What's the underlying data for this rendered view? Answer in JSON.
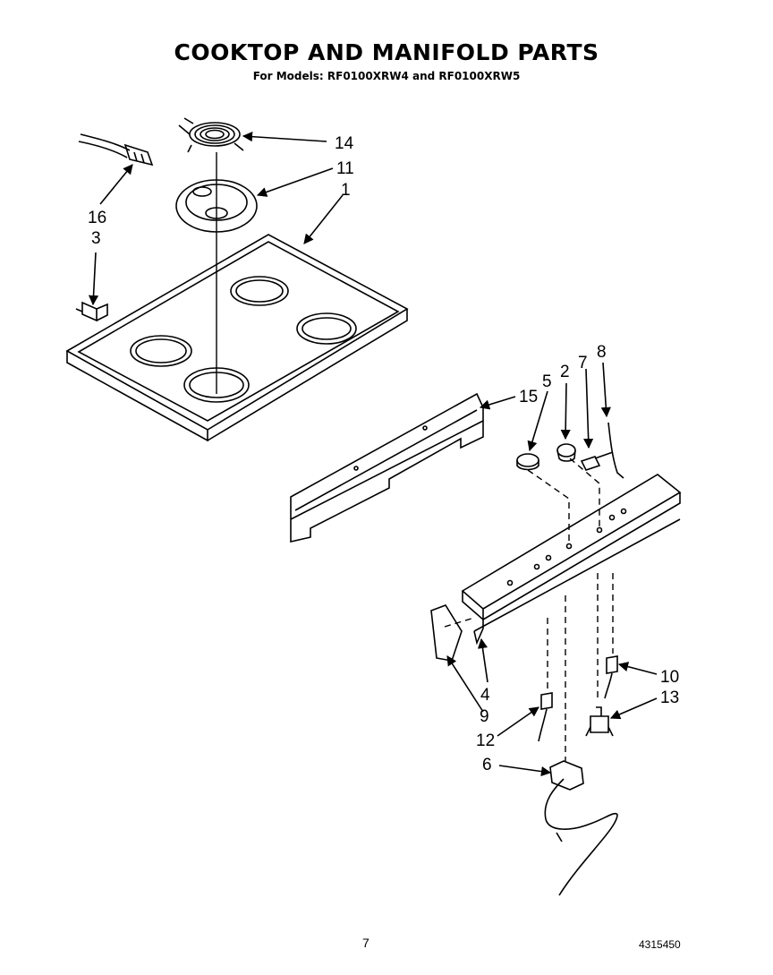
{
  "title": "COOKTOP AND MANIFOLD PARTS",
  "subtitle": "For Models: RF0100XRW4 and RF0100XRW5",
  "page_number": "7",
  "document_number": "4315450",
  "callouts": [
    {
      "id": "c14",
      "label": "14"
    },
    {
      "id": "c11",
      "label": "11"
    },
    {
      "id": "c1",
      "label": "1"
    },
    {
      "id": "c16",
      "label": "16"
    },
    {
      "id": "c3",
      "label": "3"
    },
    {
      "id": "c15",
      "label": "15"
    },
    {
      "id": "c5",
      "label": "5"
    },
    {
      "id": "c2",
      "label": "2"
    },
    {
      "id": "c7",
      "label": "7"
    },
    {
      "id": "c8",
      "label": "8"
    },
    {
      "id": "c10",
      "label": "10"
    },
    {
      "id": "c4",
      "label": "4"
    },
    {
      "id": "c13",
      "label": "13"
    },
    {
      "id": "c9",
      "label": "9"
    },
    {
      "id": "c12",
      "label": "12"
    },
    {
      "id": "c6",
      "label": "6"
    }
  ]
}
